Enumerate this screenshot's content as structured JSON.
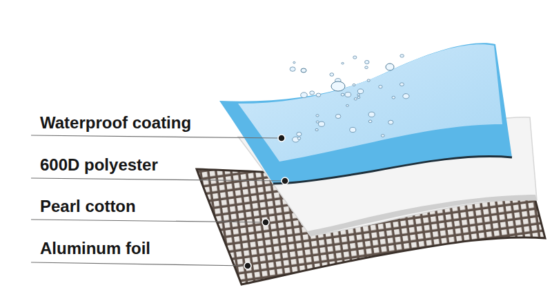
{
  "diagram": {
    "labels": [
      "Waterproof coating",
      "600D polyester",
      "Pearl cotton",
      "Aluminum foil"
    ]
  }
}
